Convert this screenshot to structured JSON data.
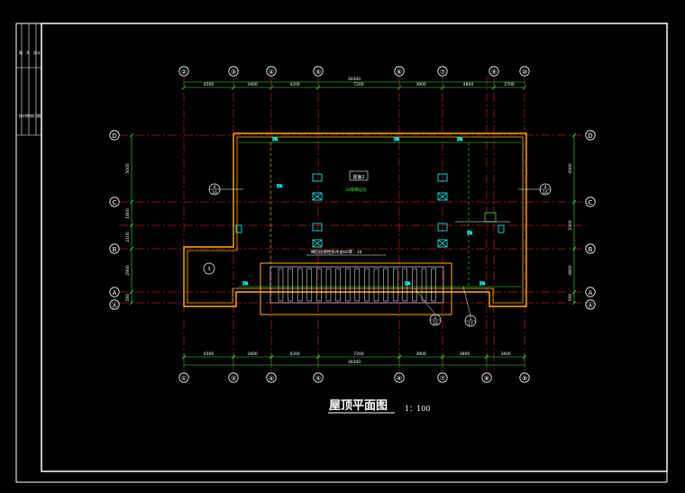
{
  "drawing": {
    "title": "屋顶平面图",
    "scale": "1：100"
  },
  "axes_top": [
    "②",
    "③",
    "④",
    "⑤",
    "⑥",
    "⑦",
    "⑨",
    "⑩"
  ],
  "axes_bottom": [
    "①",
    "③",
    "④",
    "⑤",
    "⑥",
    "⑦",
    "⑧",
    "⑨"
  ],
  "axes_left": [
    "D",
    "C",
    "B",
    "A",
    "Ⓐ"
  ],
  "axes_right": [
    "D",
    "C",
    "B",
    "A",
    "Ⓐ"
  ],
  "dims_top": [
    "4500",
    "3400",
    "4200",
    "7200",
    "3900",
    "4800",
    "2700"
  ],
  "dims_top_total": "30300",
  "dims_bottom": [
    "4500",
    "3400",
    "4200",
    "7200",
    "3900",
    "3900",
    "3400"
  ],
  "dims_bottom_total": "30300",
  "dims_left": [
    "5000",
    "1800",
    "2100",
    "2900",
    "500"
  ],
  "dims_right": [
    "4500",
    "3300",
    "4800",
    "500"
  ],
  "roof_label": "屋面2",
  "roof_note": "30厚细石砼",
  "parapet_label": "细石砼刚性防水层60厚 - 16",
  "callouts": [
    {
      "top": "4",
      "bottom": "16"
    },
    {
      "top": "4",
      "bottom": "16"
    },
    {
      "top": "2",
      "bottom": "16"
    },
    {
      "top": "1",
      "bottom": "17"
    },
    {
      "top": "3",
      "bottom": ""
    }
  ],
  "slope_labels": [
    "1%",
    "1%",
    "1%",
    "1%",
    "1%",
    "1%",
    "1%",
    "1%"
  ],
  "side_block": [
    "图",
    "号",
    "设计",
    "校对",
    "审核",
    "日期"
  ],
  "colors": {
    "grid_axis": "#ff2a2a",
    "dimension": "#2ee82e",
    "wall": "#ffb000",
    "equipment": "#00ffff",
    "frame": "#ffffff",
    "text": "#ffffff"
  }
}
